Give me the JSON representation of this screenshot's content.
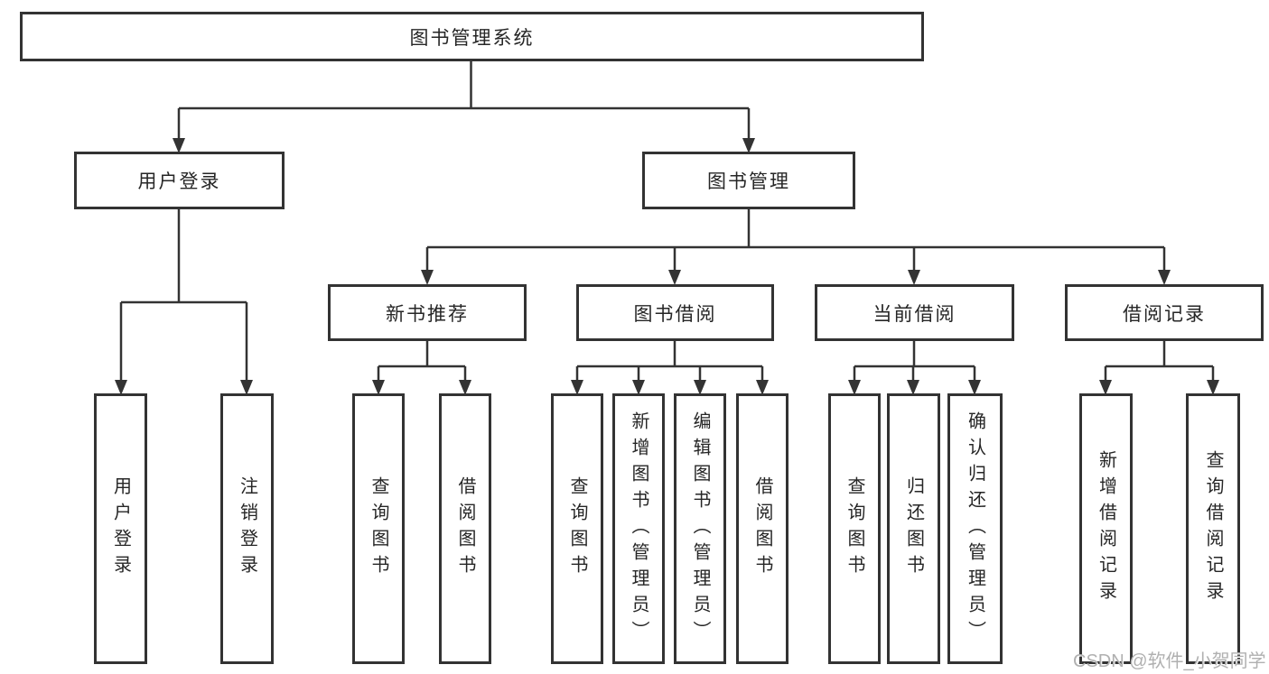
{
  "diagram": {
    "title": "图书管理系统",
    "branches": [
      {
        "label": "用户登录",
        "children": [
          {
            "label": "用户登录"
          },
          {
            "label": "注销登录"
          }
        ]
      },
      {
        "label": "图书管理",
        "children": [
          {
            "label": "新书推荐",
            "children": [
              {
                "label": "查询图书"
              },
              {
                "label": "借阅图书"
              }
            ]
          },
          {
            "label": "图书借阅",
            "children": [
              {
                "label": "查询图书"
              },
              {
                "label": "新增图书（管理员）"
              },
              {
                "label": "编辑图书（管理员）"
              },
              {
                "label": "借阅图书"
              }
            ]
          },
          {
            "label": "当前借阅",
            "children": [
              {
                "label": "查询图书"
              },
              {
                "label": "归还图书"
              },
              {
                "label": "确认归还（管理员）"
              }
            ]
          },
          {
            "label": "借阅记录",
            "children": [
              {
                "label": "新增借阅记录"
              },
              {
                "label": "查询借阅记录"
              }
            ]
          }
        ]
      }
    ]
  },
  "watermark": {
    "text": "CSDN @软件_小贺同学"
  },
  "colors": {
    "line": "#333333",
    "text": "#262626",
    "box_background": "#ffffff",
    "watermark": "#b0b0b0"
  }
}
